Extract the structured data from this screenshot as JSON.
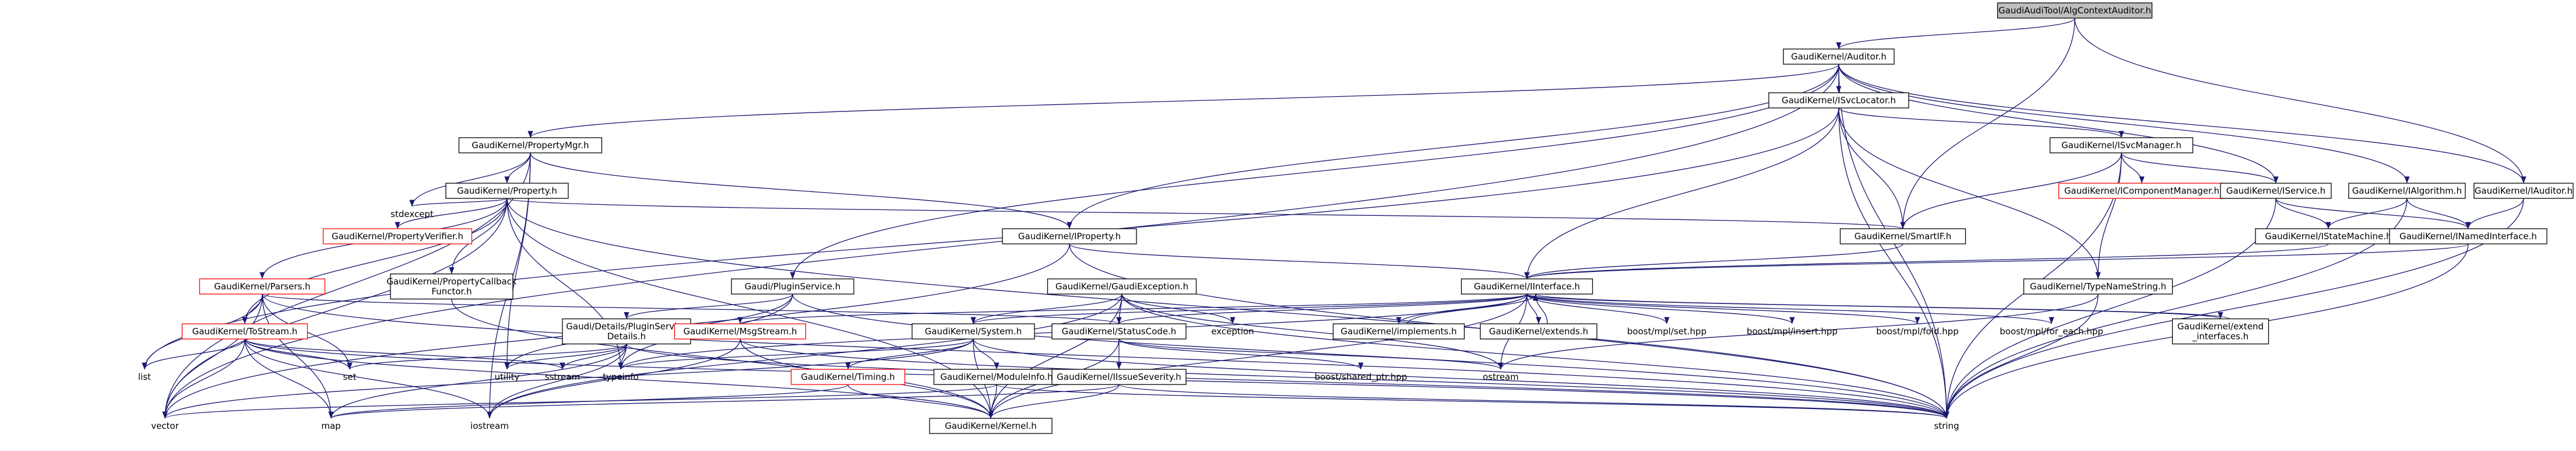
{
  "diagram": {
    "nodes": [
      {
        "id": "root",
        "label": "GaudiAudiTool/AlgContextAuditor.h",
        "kind": "root"
      },
      {
        "id": "auditor",
        "label": "GaudiKernel/Auditor.h",
        "kind": "normal"
      },
      {
        "id": "svclocator",
        "label": "GaudiKernel/ISvcLocator.h",
        "kind": "normal"
      },
      {
        "id": "propmgr",
        "label": "GaudiKernel/PropertyMgr.h",
        "kind": "normal"
      },
      {
        "id": "isvcmgr",
        "label": "GaudiKernel/ISvcManager.h",
        "kind": "normal"
      },
      {
        "id": "property",
        "label": "GaudiKernel/Property.h",
        "kind": "normal"
      },
      {
        "id": "icompmgr",
        "label": "GaudiKernel/IComponentManager.h",
        "kind": "missing"
      },
      {
        "id": "iservice",
        "label": "GaudiKernel/IService.h",
        "kind": "normal"
      },
      {
        "id": "ialgorithm",
        "label": "GaudiKernel/IAlgorithm.h",
        "kind": "normal"
      },
      {
        "id": "iauditor",
        "label": "GaudiKernel/IAuditor.h",
        "kind": "normal"
      },
      {
        "id": "stdexcept",
        "label": "stdexcept",
        "kind": "ext"
      },
      {
        "id": "propverifier",
        "label": "GaudiKernel/PropertyVerifier.h",
        "kind": "missing"
      },
      {
        "id": "smartif",
        "label": "GaudiKernel/SmartIF.h",
        "kind": "normal"
      },
      {
        "id": "iproperty",
        "label": "GaudiKernel/IProperty.h",
        "kind": "normal"
      },
      {
        "id": "istatemachine",
        "label": "GaudiKernel/IStateMachine.h",
        "kind": "normal"
      },
      {
        "id": "inamedinterface",
        "label": "GaudiKernel/INamedInterface.h",
        "kind": "normal"
      },
      {
        "id": "parsers",
        "label": "GaudiKernel/Parsers.h",
        "kind": "missing"
      },
      {
        "id": "propcallback",
        "label": "GaudiKernel/PropertyCallback\nFunctor.h",
        "kind": "normal"
      },
      {
        "id": "pluginservice",
        "label": "Gaudi/PluginService.h",
        "kind": "normal"
      },
      {
        "id": "gaudiexception",
        "label": "GaudiKernel/GaudiException.h",
        "kind": "normal"
      },
      {
        "id": "iinterface",
        "label": "GaudiKernel/IInterface.h",
        "kind": "normal"
      },
      {
        "id": "typenamestring",
        "label": "GaudiKernel/TypeNameString.h",
        "kind": "normal"
      },
      {
        "id": "tostream",
        "label": "GaudiKernel/ToStream.h",
        "kind": "missing"
      },
      {
        "id": "details",
        "label": "Gaudi/Details/PluginService\nDetails.h",
        "kind": "normal"
      },
      {
        "id": "msgstream",
        "label": "GaudiKernel/MsgStream.h",
        "kind": "missing"
      },
      {
        "id": "system",
        "label": "GaudiKernel/System.h",
        "kind": "normal"
      },
      {
        "id": "statuscode",
        "label": "GaudiKernel/StatusCode.h",
        "kind": "normal"
      },
      {
        "id": "exception",
        "label": "exception",
        "kind": "ext"
      },
      {
        "id": "implements",
        "label": "GaudiKernel/implements.h",
        "kind": "normal"
      },
      {
        "id": "extends",
        "label": "GaudiKernel/extends.h",
        "kind": "normal"
      },
      {
        "id": "mplset",
        "label": "boost/mpl/set.hpp",
        "kind": "ext"
      },
      {
        "id": "mplinsert",
        "label": "boost/mpl/insert.hpp",
        "kind": "ext"
      },
      {
        "id": "mplfold",
        "label": "boost/mpl/fold.hpp",
        "kind": "ext"
      },
      {
        "id": "mplforeach",
        "label": "boost/mpl/for_each.hpp",
        "kind": "ext"
      },
      {
        "id": "extendifaces",
        "label": "GaudiKernel/extend\n_interfaces.h",
        "kind": "normal"
      },
      {
        "id": "timing",
        "label": "GaudiKernel/Timing.h",
        "kind": "missing"
      },
      {
        "id": "moduleinfo",
        "label": "GaudiKernel/ModuleInfo.h",
        "kind": "normal"
      },
      {
        "id": "iissueseverity",
        "label": "GaudiKernel/IIssueSeverity.h",
        "kind": "normal"
      },
      {
        "id": "sharedptr",
        "label": "boost/shared_ptr.hpp",
        "kind": "ext"
      },
      {
        "id": "ostream",
        "label": "ostream",
        "kind": "ext"
      },
      {
        "id": "list",
        "label": "list",
        "kind": "ext"
      },
      {
        "id": "set",
        "label": "set",
        "kind": "ext"
      },
      {
        "id": "utility",
        "label": "utility",
        "kind": "ext"
      },
      {
        "id": "sstream",
        "label": "sstream",
        "kind": "ext"
      },
      {
        "id": "typeinfo",
        "label": "typeinfo",
        "kind": "ext"
      },
      {
        "id": "vector",
        "label": "vector",
        "kind": "ext"
      },
      {
        "id": "map",
        "label": "map",
        "kind": "ext"
      },
      {
        "id": "iostream",
        "label": "iostream",
        "kind": "ext"
      },
      {
        "id": "kernel",
        "label": "GaudiKernel/Kernel.h",
        "kind": "normal"
      },
      {
        "id": "string",
        "label": "string",
        "kind": "ext"
      }
    ],
    "edges": [
      [
        "root",
        "auditor"
      ],
      [
        "root",
        "smartif"
      ],
      [
        "root",
        "iauditor"
      ],
      [
        "auditor",
        "svclocator"
      ],
      [
        "auditor",
        "propmgr"
      ],
      [
        "auditor",
        "iservice"
      ],
      [
        "auditor",
        "ialgorithm"
      ],
      [
        "auditor",
        "iauditor"
      ],
      [
        "auditor",
        "iproperty"
      ],
      [
        "auditor",
        "pluginservice"
      ],
      [
        "auditor",
        "string"
      ],
      [
        "auditor",
        "vector"
      ],
      [
        "svclocator",
        "isvcmgr"
      ],
      [
        "svclocator",
        "smartif"
      ],
      [
        "svclocator",
        "iinterface"
      ],
      [
        "svclocator",
        "typenamestring"
      ],
      [
        "svclocator",
        "string"
      ],
      [
        "svclocator",
        "list"
      ],
      [
        "propmgr",
        "property"
      ],
      [
        "propmgr",
        "iproperty"
      ],
      [
        "propmgr",
        "stdexcept"
      ],
      [
        "propmgr",
        "utility"
      ],
      [
        "propmgr",
        "iostream"
      ],
      [
        "propmgr",
        "vector"
      ],
      [
        "isvcmgr",
        "icompmgr"
      ],
      [
        "isvcmgr",
        "iservice"
      ],
      [
        "isvcmgr",
        "smartif"
      ],
      [
        "isvcmgr",
        "typenamestring"
      ],
      [
        "isvcmgr",
        "string"
      ],
      [
        "property",
        "propverifier"
      ],
      [
        "property",
        "propcallback"
      ],
      [
        "property",
        "parsers"
      ],
      [
        "property",
        "tostream"
      ],
      [
        "property",
        "smartif"
      ],
      [
        "property",
        "stdexcept"
      ],
      [
        "property",
        "typeinfo"
      ],
      [
        "property",
        "kernel"
      ],
      [
        "property",
        "string"
      ],
      [
        "property",
        "vector"
      ],
      [
        "iservice",
        "istatemachine"
      ],
      [
        "iservice",
        "inamedinterface"
      ],
      [
        "iservice",
        "string"
      ],
      [
        "ialgorithm",
        "istatemachine"
      ],
      [
        "ialgorithm",
        "inamedinterface"
      ],
      [
        "ialgorithm",
        "string"
      ],
      [
        "iauditor",
        "inamedinterface"
      ],
      [
        "iauditor",
        "string"
      ],
      [
        "smartif",
        "iinterface"
      ],
      [
        "iproperty",
        "iinterface"
      ],
      [
        "iproperty",
        "string"
      ],
      [
        "iproperty",
        "vector"
      ],
      [
        "istatemachine",
        "iinterface"
      ],
      [
        "inamedinterface",
        "iinterface"
      ],
      [
        "inamedinterface",
        "string"
      ],
      [
        "parsers",
        "tostream"
      ],
      [
        "parsers",
        "statuscode"
      ],
      [
        "parsers",
        "list"
      ],
      [
        "parsers",
        "set"
      ],
      [
        "parsers",
        "map"
      ],
      [
        "parsers",
        "vector"
      ],
      [
        "parsers",
        "string"
      ],
      [
        "propcallback",
        "kernel"
      ],
      [
        "pluginservice",
        "details"
      ],
      [
        "pluginservice",
        "typeinfo"
      ],
      [
        "pluginservice",
        "utility"
      ],
      [
        "pluginservice",
        "string"
      ],
      [
        "gaudiexception",
        "statuscode"
      ],
      [
        "gaudiexception",
        "system"
      ],
      [
        "gaudiexception",
        "exception"
      ],
      [
        "gaudiexception",
        "string"
      ],
      [
        "gaudiexception",
        "ostream"
      ],
      [
        "gaudiexception",
        "iostream"
      ],
      [
        "gaudiexception",
        "kernel"
      ],
      [
        "iinterface",
        "implements"
      ],
      [
        "iinterface",
        "extends"
      ],
      [
        "iinterface",
        "mplset"
      ],
      [
        "iinterface",
        "mplinsert"
      ],
      [
        "iinterface",
        "mplfold"
      ],
      [
        "iinterface",
        "mplforeach"
      ],
      [
        "iinterface",
        "extendifaces"
      ],
      [
        "iinterface",
        "system"
      ],
      [
        "iinterface",
        "statuscode"
      ],
      [
        "iinterface",
        "msgstream"
      ],
      [
        "iinterface",
        "ostream"
      ],
      [
        "iinterface",
        "typeinfo"
      ],
      [
        "iinterface",
        "kernel"
      ],
      [
        "typenamestring",
        "string"
      ],
      [
        "typenamestring",
        "ostream"
      ],
      [
        "tostream",
        "list"
      ],
      [
        "tostream",
        "set"
      ],
      [
        "tostream",
        "map"
      ],
      [
        "tostream",
        "vector"
      ],
      [
        "tostream",
        "iostream"
      ],
      [
        "tostream",
        "sstream"
      ],
      [
        "tostream",
        "string"
      ],
      [
        "tostream",
        "kernel"
      ],
      [
        "details",
        "map"
      ],
      [
        "details",
        "set"
      ],
      [
        "details",
        "sstream"
      ],
      [
        "details",
        "typeinfo"
      ],
      [
        "details",
        "utility"
      ],
      [
        "details",
        "string"
      ],
      [
        "details",
        "iostream"
      ],
      [
        "msgstream",
        "iostream"
      ],
      [
        "msgstream",
        "kernel"
      ],
      [
        "msgstream",
        "string"
      ],
      [
        "system",
        "timing"
      ],
      [
        "system",
        "moduleinfo"
      ],
      [
        "system",
        "typeinfo"
      ],
      [
        "system",
        "kernel"
      ],
      [
        "system",
        "string"
      ],
      [
        "system",
        "vector"
      ],
      [
        "statuscode",
        "iissueseverity"
      ],
      [
        "statuscode",
        "sharedptr"
      ],
      [
        "statuscode",
        "kernel"
      ],
      [
        "statuscode",
        "ostream"
      ],
      [
        "implements",
        "iinterface"
      ],
      [
        "extends",
        "iinterface"
      ],
      [
        "extendifaces",
        "iinterface"
      ],
      [
        "timing",
        "kernel"
      ],
      [
        "timing",
        "map"
      ],
      [
        "moduleinfo",
        "kernel"
      ],
      [
        "moduleinfo",
        "string"
      ],
      [
        "moduleinfo",
        "vector"
      ],
      [
        "iissueseverity",
        "kernel"
      ],
      [
        "iissueseverity",
        "string"
      ],
      [
        "iissueseverity",
        "map"
      ]
    ]
  }
}
